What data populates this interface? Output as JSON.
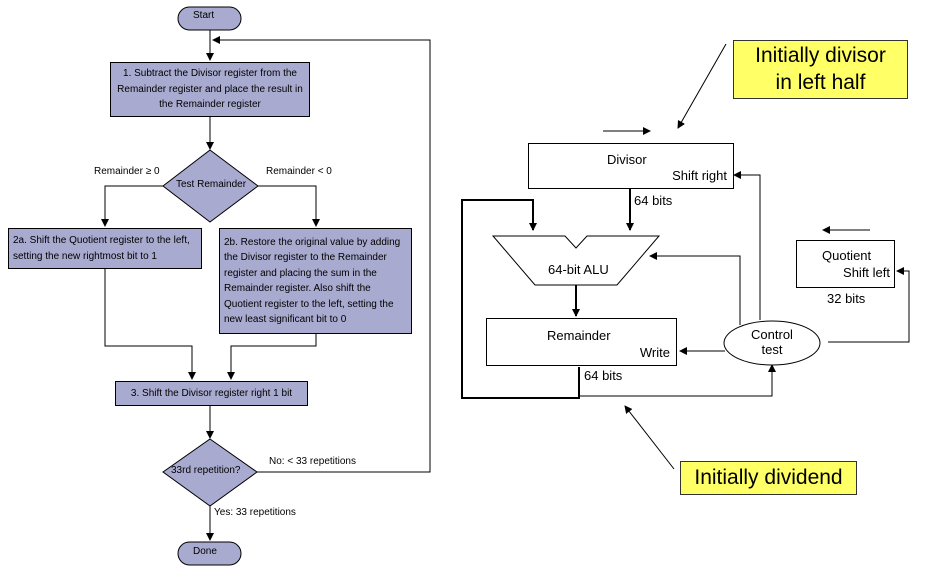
{
  "flowchart": {
    "start": "Start",
    "step1": "1.  Subtract the Divisor register from the Remainder register and place the result in the Remainder register",
    "test_remainder": "Test Remainder",
    "branch_ge": "Remainder ≥ 0",
    "branch_lt": "Remainder < 0",
    "step2a": "2a.  Shift the Quotient register to the left, setting the new rightmost bit to 1",
    "step2b": "2b.  Restore the original value by adding the Divisor register to the Remainder register and placing the sum in the Remainder register. Also shift the Quotient register to the left, setting the new least significant bit to 0",
    "step3": "3.  Shift the Divisor register right 1 bit",
    "repetition_test": "33rd repetition?",
    "no_label": "No: < 33 repetitions",
    "yes_label": "Yes: 33 repetitions",
    "done": "Done"
  },
  "hardware": {
    "note_divisor_line1": "Initially divisor",
    "note_divisor_line2": "in left half",
    "note_dividend": "Initially dividend",
    "divisor": "Divisor",
    "divisor_action": "Shift right",
    "divisor_bits": "64 bits",
    "alu": "64-bit ALU",
    "remainder": "Remainder",
    "remainder_action": "Write",
    "remainder_bits": "64 bits",
    "quotient": "Quotient",
    "quotient_action": "Shift left",
    "quotient_bits": "32 bits",
    "control_line1": "Control",
    "control_line2": "test"
  },
  "colors": {
    "flow_fill": "#a9aacf",
    "note_fill": "#ffff66"
  }
}
